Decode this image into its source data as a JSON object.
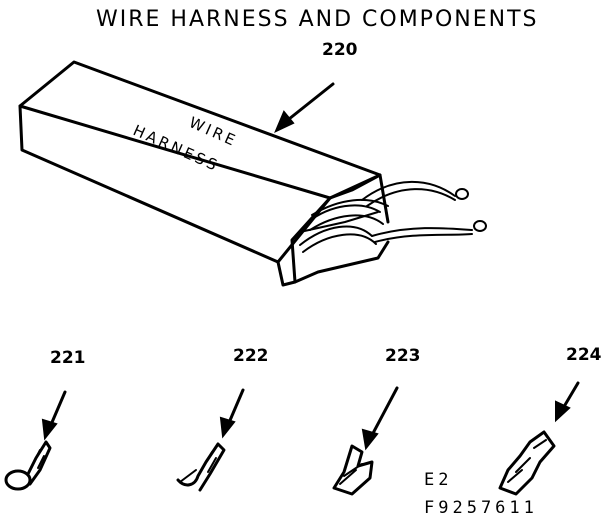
{
  "title": "WIRE HARNESS AND COMPONENTS",
  "harness": {
    "part_number": "220",
    "label_line1": "WIRE",
    "label_line2": "HARNESS"
  },
  "components": [
    {
      "part_number": "221",
      "icon": "ring-terminal-icon"
    },
    {
      "part_number": "222",
      "icon": "spade-terminal-icon"
    },
    {
      "part_number": "223",
      "icon": "receptacle-terminal-icon"
    },
    {
      "part_number": "224",
      "icon": "flag-receptacle-terminal-icon"
    }
  ],
  "drawing_code": {
    "line1": "E2",
    "line2": "F9257611"
  }
}
